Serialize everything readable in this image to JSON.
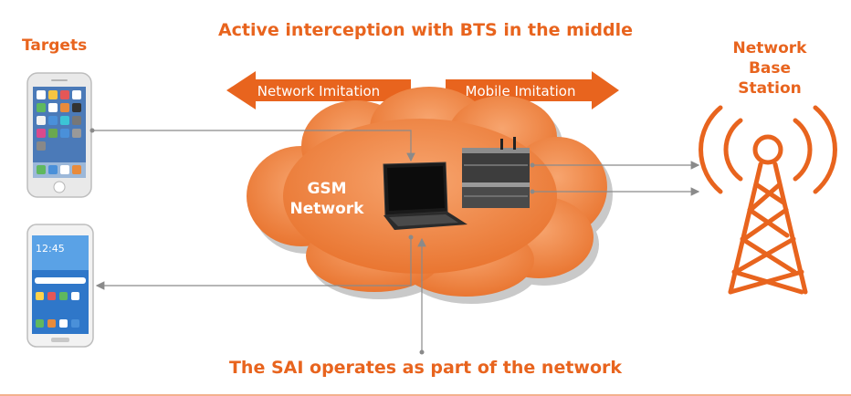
{
  "title": "Active interception with BTS in the middle",
  "targets_label": "Targets",
  "network_base_station": [
    "Network",
    "Base",
    "Station"
  ],
  "arrows": {
    "left_label": "Network Imitation",
    "right_label": "Mobile Imitation"
  },
  "cloud": {
    "line1": "GSM",
    "line2": "Network"
  },
  "phone_time": "12:45",
  "footer": "The SAI operates as part of the network",
  "colors": {
    "accent": "#e8641e",
    "cloud": "#f08a4b",
    "connector": "#8a8a8a"
  }
}
